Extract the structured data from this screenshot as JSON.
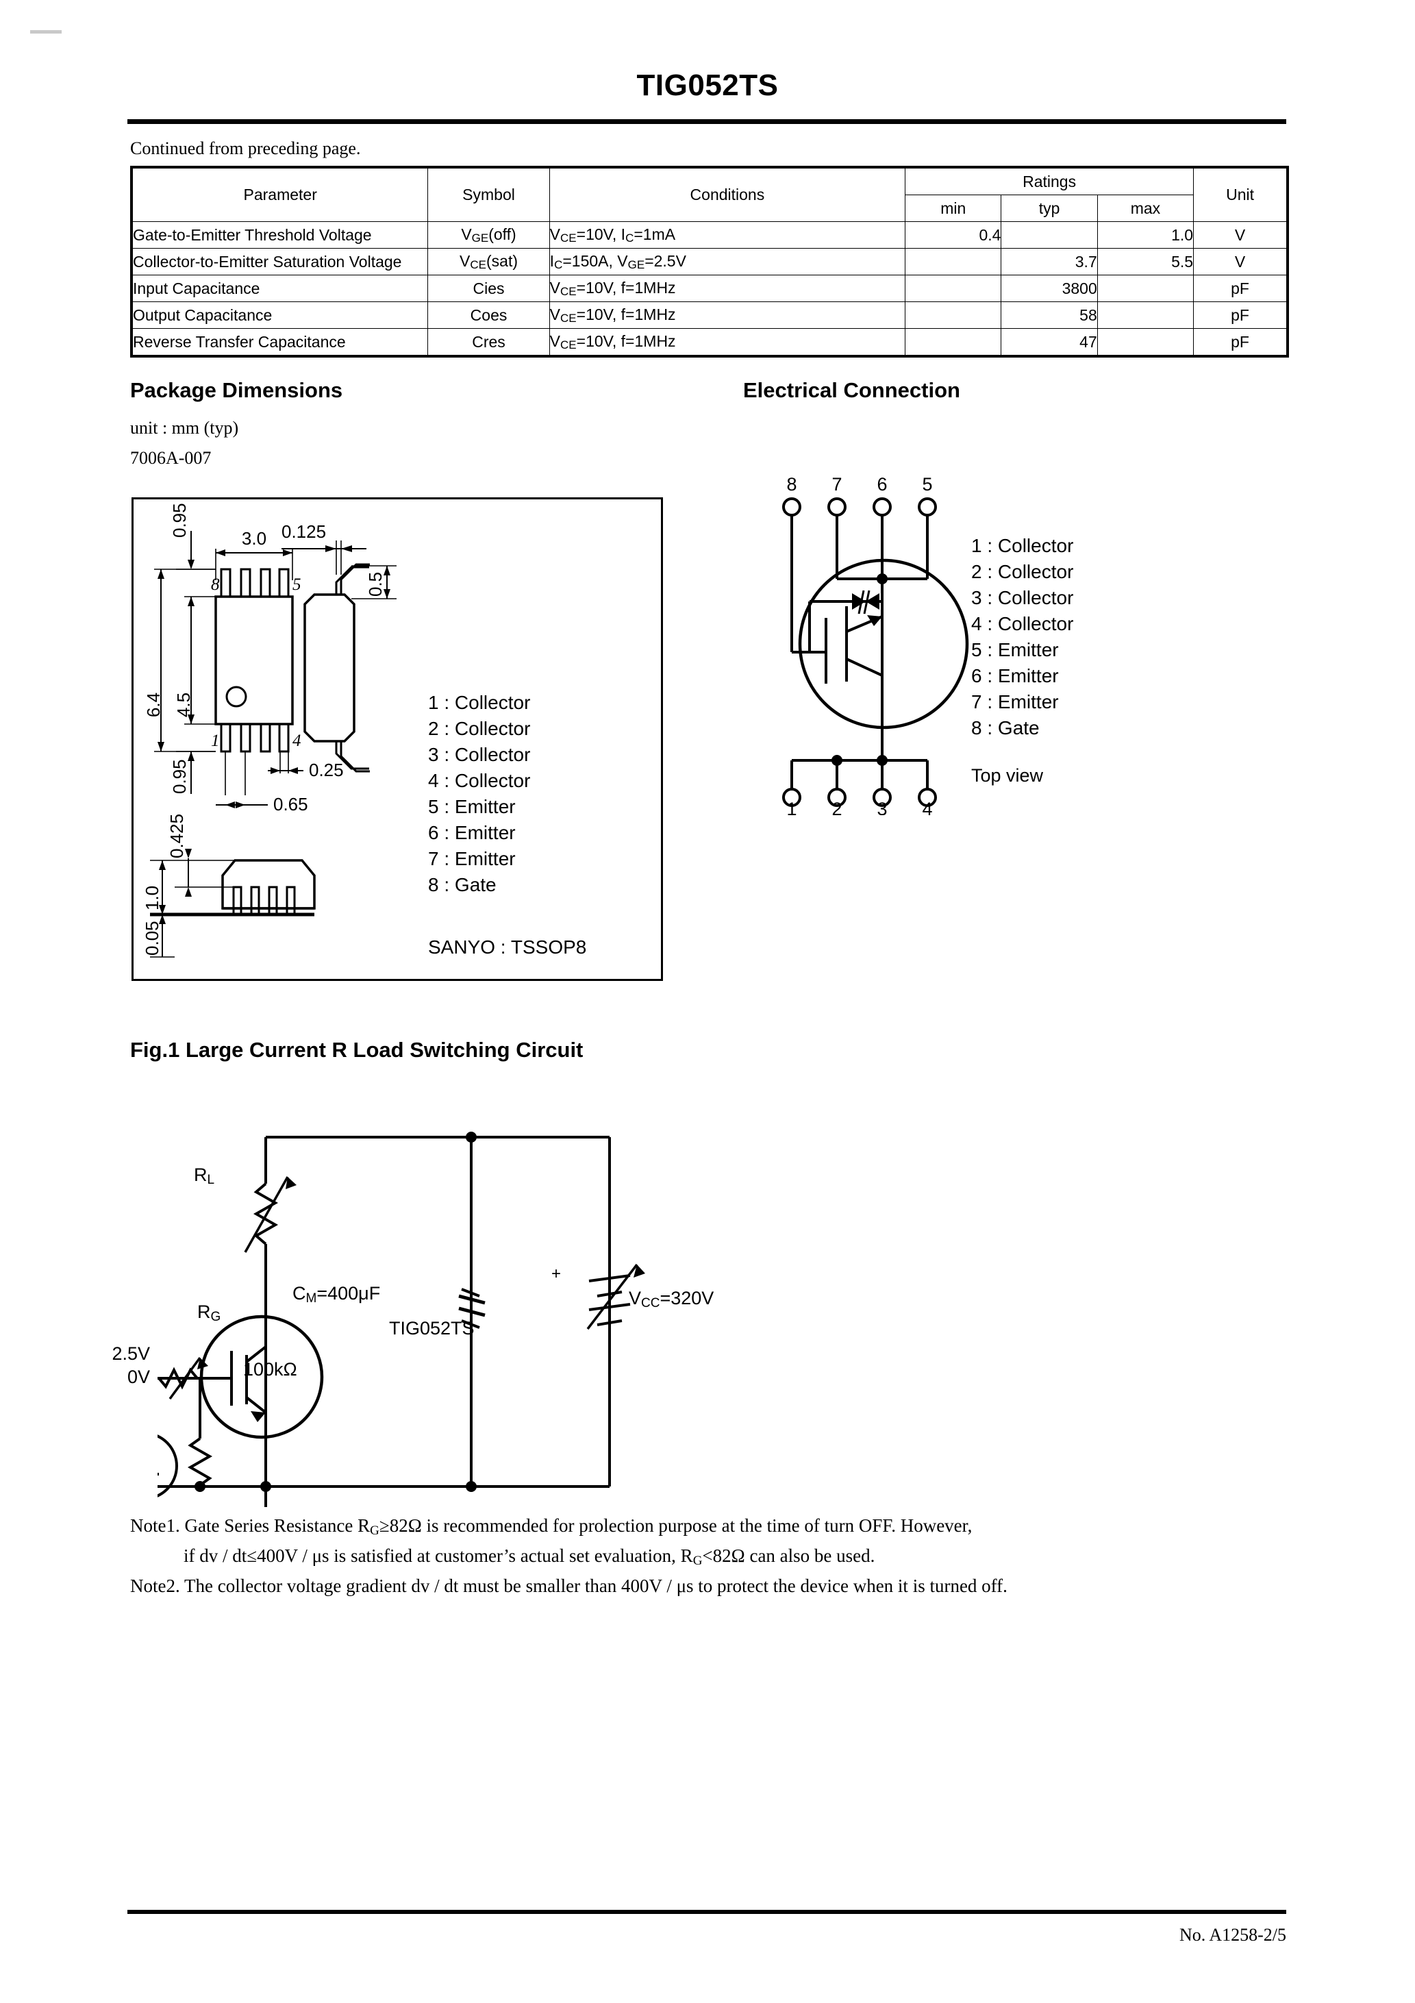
{
  "document": {
    "title": "TIG052TS",
    "continued_note": "Continued from preceding page.",
    "footer": "No. A1258-2/5"
  },
  "spec_table": {
    "headers": {
      "parameter": "Parameter",
      "symbol": "Symbol",
      "conditions": "Conditions",
      "ratings": "Ratings",
      "min": "min",
      "typ": "typ",
      "max": "max",
      "unit": "Unit"
    },
    "rows": [
      {
        "parameter": "Gate-to-Emitter Threshold Voltage",
        "symbol_main": "V",
        "symbol_sub": "GE",
        "symbol_tail": "(off)",
        "conditions_html": "V<span class=\"sub\">CE</span>=10V, I<span class=\"sub\">C</span>=1mA",
        "min": "0.4",
        "typ": "",
        "max": "1.0",
        "unit": "V"
      },
      {
        "parameter": "Collector-to-Emitter Saturation Voltage",
        "symbol_main": "V",
        "symbol_sub": "CE",
        "symbol_tail": "(sat)",
        "conditions_html": "I<span class=\"sub\">C</span>=150A, V<span class=\"sub\">GE</span>=2.5V",
        "min": "",
        "typ": "3.7",
        "max": "5.5",
        "unit": "V"
      },
      {
        "parameter": "Input Capacitance",
        "symbol_main": "Cies",
        "symbol_sub": "",
        "symbol_tail": "",
        "conditions_html": "V<span class=\"sub\">CE</span>=10V, f=1MHz",
        "min": "",
        "typ": "3800",
        "max": "",
        "unit": "pF"
      },
      {
        "parameter": "Output Capacitance",
        "symbol_main": "Coes",
        "symbol_sub": "",
        "symbol_tail": "",
        "conditions_html": "V<span class=\"sub\">CE</span>=10V, f=1MHz",
        "min": "",
        "typ": "58",
        "max": "",
        "unit": "pF"
      },
      {
        "parameter": "Reverse Transfer Capacitance",
        "symbol_main": "Cres",
        "symbol_sub": "",
        "symbol_tail": "",
        "conditions_html": "V<span class=\"sub\">CE</span>=10V, f=1MHz",
        "min": "",
        "typ": "47",
        "max": "",
        "unit": "pF"
      }
    ]
  },
  "package_dimensions": {
    "heading": "Package Dimensions",
    "unit_line": "unit : mm (typ)",
    "code_line": "7006A-007",
    "dimensions": {
      "top_lead_offset": "0.95",
      "body_width": "3.0",
      "lead_thickness": "0.125",
      "lead_foot": "0.5",
      "overall_length": "6.4",
      "body_length": "4.5",
      "bottom_lead_offset": "0.95",
      "lead_width": "0.25",
      "lead_pitch": "0.65",
      "standoff_to_body": "0.425",
      "body_height": "1.0",
      "standoff": "0.05"
    },
    "corner_pins": {
      "top_left": "8",
      "top_right": "5",
      "bottom_left": "1",
      "bottom_right": "4"
    },
    "pin_list": "1 : Collector\n2 : Collector\n3 : Collector\n4 : Collector\n5 : Emitter\n6 : Emitter\n7 : Emitter\n8 : Gate",
    "package_name": "SANYO : TSSOP8"
  },
  "electrical_connection": {
    "heading": "Electrical Connection",
    "top_pins": [
      "8",
      "7",
      "6",
      "5"
    ],
    "bottom_pins": [
      "1",
      "2",
      "3",
      "4"
    ],
    "pin_list": "1 : Collector\n2 : Collector\n3 : Collector\n4 : Collector\n5 : Emitter\n6 : Emitter\n7 : Emitter\n8 : Gate",
    "view_label": "Top view"
  },
  "figure1": {
    "heading": "Fig.1 Large Current R Load Switching Circuit",
    "labels": {
      "rl_main": "R",
      "rl_sub": "L",
      "rg_main": "R",
      "rg_sub": "G",
      "cm_html": "C<span class=\"sb\">M</span>=400&#956;F",
      "cm_polarity": "+",
      "vcc_html": "V<span class=\"sb\">CC</span>=320V",
      "source_high": "2.5V",
      "source_low": "0V",
      "pulldown": "100kΩ",
      "device": "TIG052TS"
    }
  },
  "notes": {
    "note1_line1_html": "Note1. Gate Series Resistance R<span class=\"sb\">G</span>&#8805;82&#937; is recommended for prolection purpose at the time of turn OFF. However,",
    "note1_line2_html": "if dv / dt&#8804;400V / &#956;s is satisfied at customer&#8217;s actual set evaluation, R<span class=\"sb\">G</span>&lt;82&#937; can also be used.",
    "note2_html": "Note2. The collector voltage gradient dv / dt must be smaller than 400V / &#956;s to protect the device when it is turned off."
  }
}
